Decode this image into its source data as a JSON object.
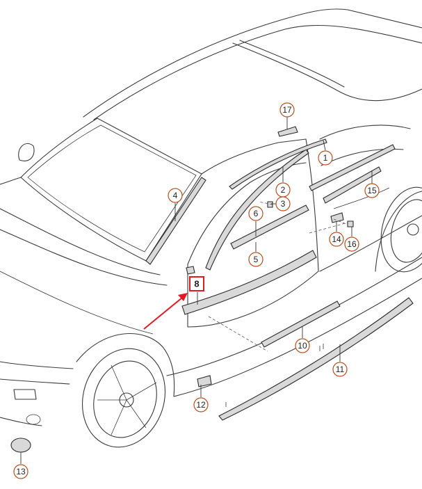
{
  "callouts": [
    {
      "id": "c1",
      "label": "1"
    },
    {
      "id": "c2",
      "label": "2"
    },
    {
      "id": "c3",
      "label": "3"
    },
    {
      "id": "c4",
      "label": "4"
    },
    {
      "id": "c5",
      "label": "5"
    },
    {
      "id": "c6",
      "label": "6"
    },
    {
      "id": "c8",
      "label": "8"
    },
    {
      "id": "c10",
      "label": "10"
    },
    {
      "id": "c11",
      "label": "11"
    },
    {
      "id": "c12",
      "label": "12"
    },
    {
      "id": "c13",
      "label": "13"
    },
    {
      "id": "c14",
      "label": "14"
    },
    {
      "id": "c15",
      "label": "15"
    },
    {
      "id": "c16",
      "label": "16"
    },
    {
      "id": "c17",
      "label": "17"
    }
  ],
  "highlight": {
    "label": "8",
    "color": "#e01b24"
  },
  "colors": {
    "callout_ring": "#b4501e",
    "outline": "#3a3a3a",
    "parts": "#d9d9d9"
  }
}
